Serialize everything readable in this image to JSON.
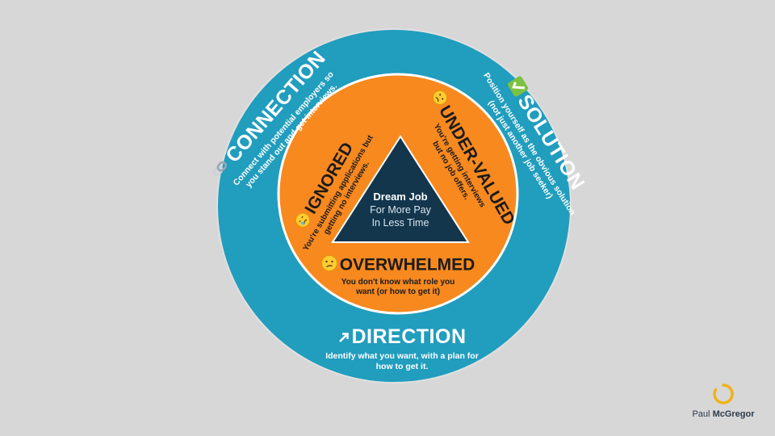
{
  "colors": {
    "background": "#d7d7d7",
    "outer_ring": "#219dbe",
    "outer_ring_edge": "#e0e0e0",
    "inner_circle": "#f7891f",
    "inner_circle_edge": "#ffffff",
    "triangle": "#13364d",
    "logo_ring": "#f0b21a"
  },
  "center": {
    "title": "Dream Job",
    "line1": "For More Pay",
    "line2": "In Less Time"
  },
  "outer": {
    "connection": {
      "title": "CONNECTION",
      "line1": "Connect with potential employers so",
      "line2": "you stand out and get interviews.",
      "icon": "link-icon"
    },
    "solution": {
      "title": "SOLUTION",
      "line1": "Position yourself as the obvious solution",
      "line2": "(not just another job seeker)",
      "icon": "check-icon"
    },
    "direction": {
      "title": "DIRECTION",
      "line1": "Identify what you want, with a plan for",
      "line2": "how to get it.",
      "icon": "arrow-icon"
    }
  },
  "inner": {
    "ignored": {
      "title": "IGNORED",
      "line1": "You're submitting applications but",
      "line2": "getting no interviews.",
      "icon": "crying-face-icon"
    },
    "undervalued": {
      "title": "UNDER-VALUED",
      "line1": "You're getting interviews",
      "line2": "but no job offers.",
      "icon": "sad-face-icon"
    },
    "overwhelmed": {
      "title": "OVERWHELMED",
      "line1": "You don't know what role you",
      "line2": "want (or how to get it)",
      "icon": "confused-face-icon"
    }
  },
  "logo": {
    "first": "Paul",
    "last": "McGregor"
  }
}
